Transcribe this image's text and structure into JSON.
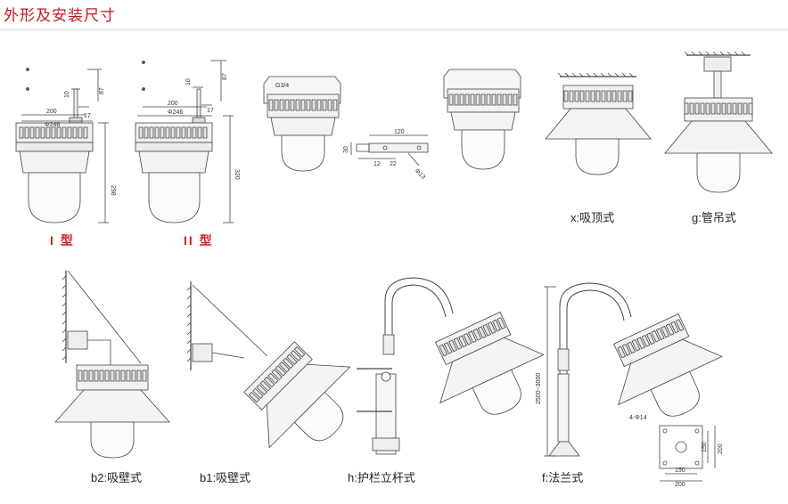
{
  "header": {
    "title": "外形及安装尺寸"
  },
  "types": {
    "type1": "I 型",
    "type2": "II 型"
  },
  "captions": {
    "ceiling": "x:吸顶式",
    "pipe": "g:管吊式",
    "wall_b2": "b2:吸壁式",
    "wall_b1": "b1:吸壁式",
    "guardrail": "h:护栏立杆式",
    "flange": "f:法兰式"
  },
  "dimensions": {
    "t1_200": "200",
    "t1_phi": "Φ246",
    "t1_10": "10",
    "t1_87": "87",
    "t1_17": "17",
    "t1_h": "298",
    "t2_200": "200",
    "t2_phi": "Φ246",
    "t2_10": "10",
    "t2_87": "87",
    "t2_17": "17",
    "t2_h": "320",
    "thread": "G3/4",
    "br_120": "120",
    "br_30": "30",
    "br_12": "12",
    "br_22": "22",
    "br_phi": "Φ13",
    "pole_h": "2500~3000",
    "fl_holes": "4-Φ14",
    "fl_150a": "150",
    "fl_200a": "200",
    "fl_150b": "150",
    "fl_200b": "200"
  }
}
